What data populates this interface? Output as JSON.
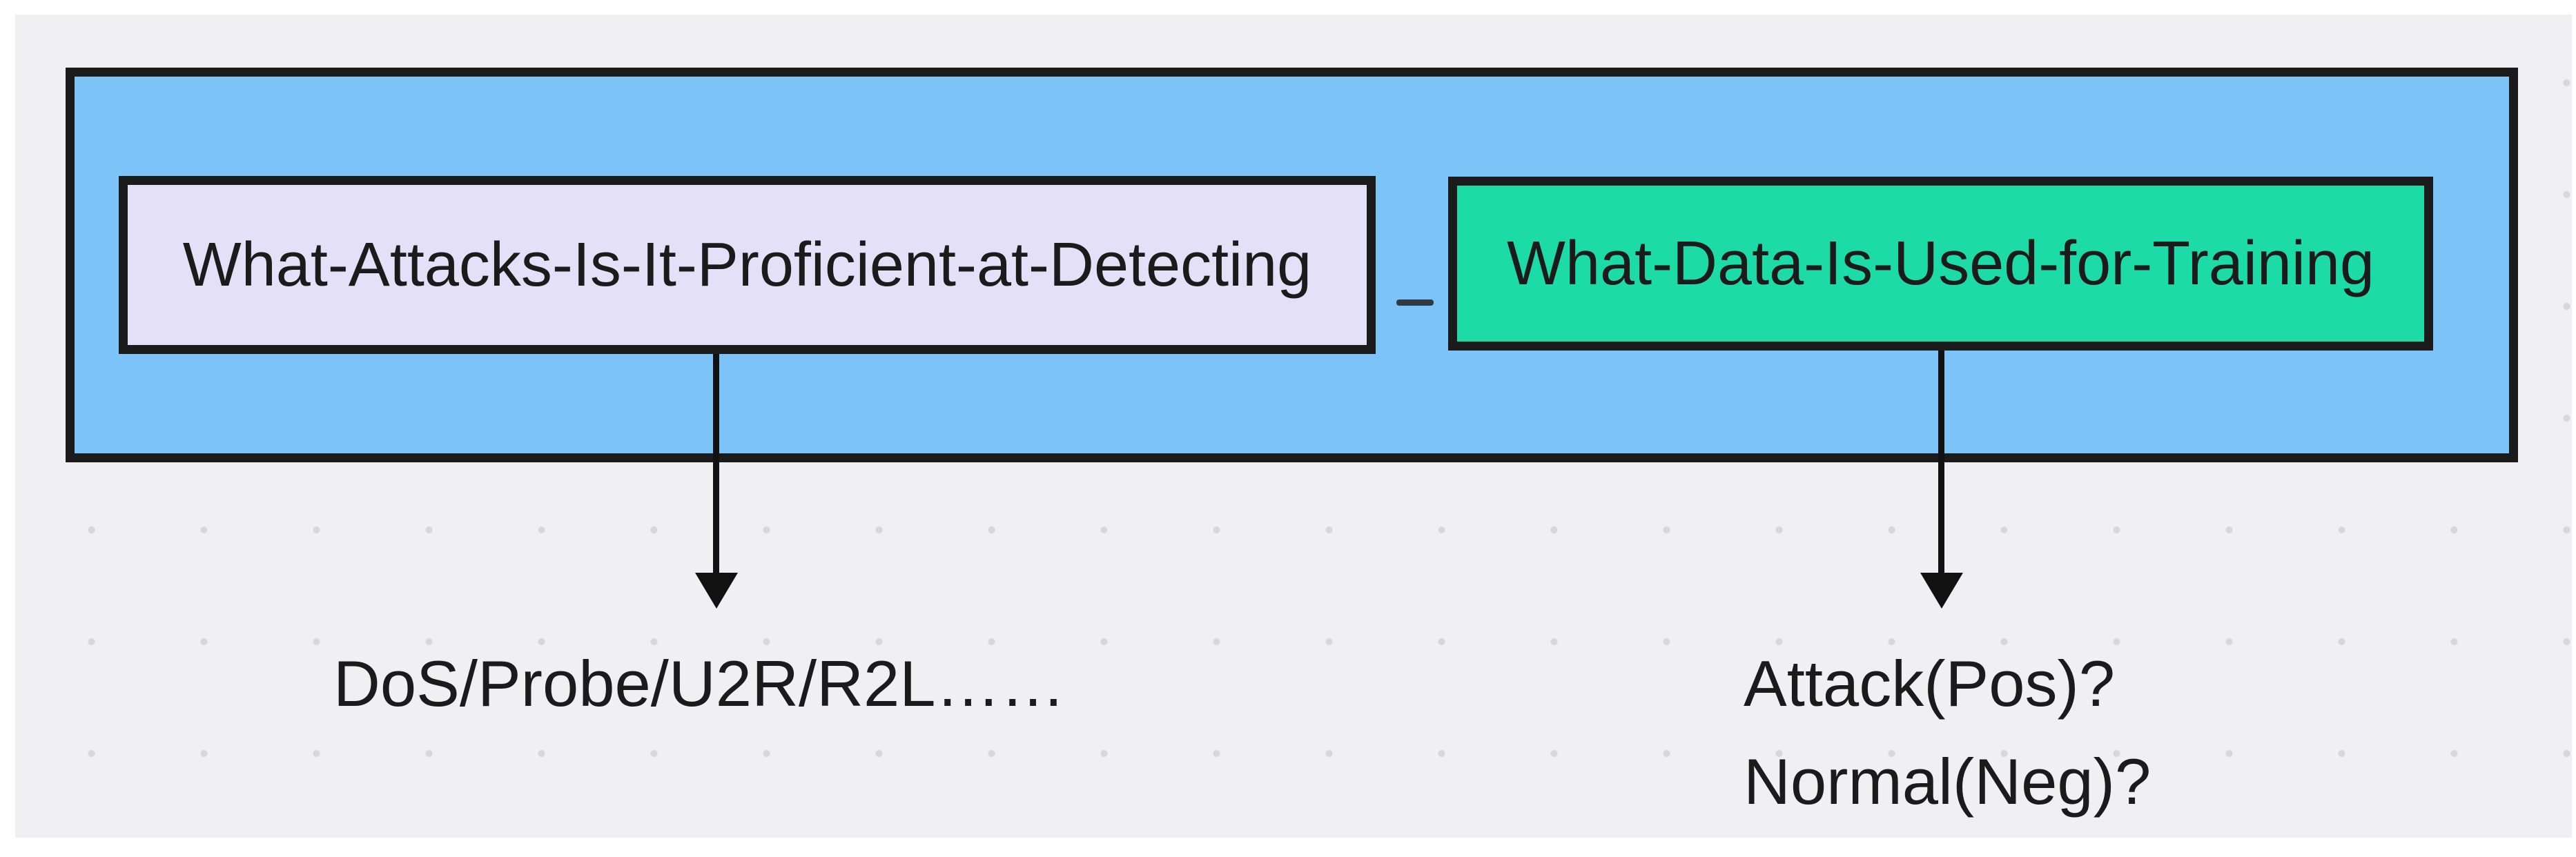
{
  "diagram": {
    "container": {
      "role": "outer-group",
      "fill_color": "#7CC3F8",
      "border_color": "#1B1B1B"
    },
    "left_box": {
      "label": "What-Attacks-Is-It-Proficient-at-Detecting",
      "fill_color": "#E3E0F7",
      "border_color": "#1B1B1B"
    },
    "right_box": {
      "label": "What-Data-Is-Used-for-Training",
      "fill_color": "#1DDBA6",
      "border_color": "#1B1B1B"
    },
    "connector": {
      "type": "dash",
      "color": "#2F3A44"
    },
    "left_annotation": "DoS/Probe/U2R/R2L……",
    "right_annotation": {
      "lines": [
        "Attack(Pos)?",
        "Normal(Neg)?"
      ]
    },
    "canvas": {
      "background_color": "#F0F0F2",
      "dot_color": "#D7D7DB",
      "arrow_color": "#111111",
      "text_color": "#1B1B1B"
    }
  }
}
